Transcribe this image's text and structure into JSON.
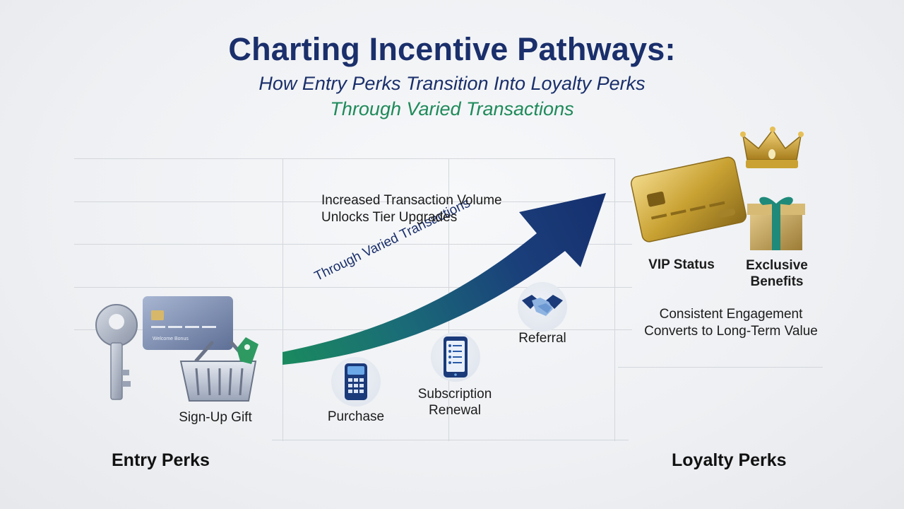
{
  "header": {
    "title": "Charting Incentive Pathways:",
    "subtitle_line1": "How Entry Perks Transition Into Loyalty Perks",
    "subtitle_line2": "Through Varied Transactions"
  },
  "arrow": {
    "label": "Through Varied Transactions",
    "annotation_line1": "Increased Transaction Volume",
    "annotation_line2": "Unlocks Tier Upgrades"
  },
  "entry": {
    "section_label": "Entry Perks",
    "card_text": "Welcome Bonus",
    "gift_label": "Sign-Up Gift"
  },
  "transactions": [
    {
      "label": "Purchase",
      "icon": "card-terminal-icon"
    },
    {
      "label_line1": "Subscription",
      "label_line2": "Renewal",
      "icon": "phone-checklist-icon"
    },
    {
      "label": "Referral",
      "icon": "handshake-icon"
    }
  ],
  "loyalty": {
    "section_label": "Loyalty Perks",
    "vip_label": "VIP Status",
    "benefits_line1": "Exclusive",
    "benefits_line2": "Benefits",
    "note_line1": "Consistent Engagement",
    "note_line2": "Converts to Long-Term Value"
  },
  "colors": {
    "navy": "#1a2f6b",
    "green": "#1e8a5a",
    "gold": "#c9a233",
    "teal_ribbon": "#1f8a7a"
  }
}
